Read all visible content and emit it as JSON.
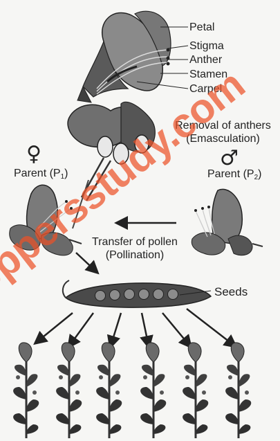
{
  "flower_parts": {
    "petal": "Petal",
    "stigma": "Stigma",
    "anther": "Anther",
    "stamen": "Stamen",
    "carpel": "Carpel"
  },
  "steps": {
    "removal_line1": "Removal of anthers",
    "removal_line2": "(Emasculation)",
    "transfer_line1": "Transfer of pollen",
    "transfer_line2": "(Pollination)",
    "seeds": "Seeds"
  },
  "parents": {
    "female_symbol": "♀",
    "female_label": "Parent (P",
    "female_sub": "1",
    "male_symbol": "♂",
    "male_label": "Parent (P",
    "male_sub": "2"
  },
  "watermark": "toppersstudy.com",
  "colors": {
    "ink": "#222222",
    "petal_fill": "#8a8a8a",
    "petal_dark": "#4f4f4f",
    "leaf": "#3a3a3a",
    "watermark": "#ec5228"
  }
}
